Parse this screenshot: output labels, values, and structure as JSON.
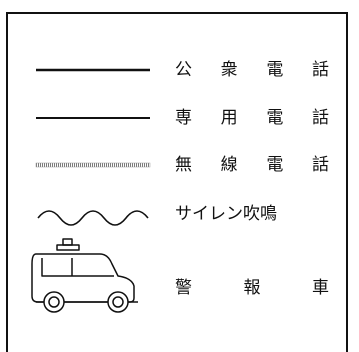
{
  "legend": {
    "items": [
      {
        "id": "public-phone",
        "chars": [
          "公",
          "衆",
          "電",
          "話"
        ],
        "line_style": "solid",
        "color": "#111111"
      },
      {
        "id": "private-phone",
        "chars": [
          "専",
          "用",
          "電",
          "話"
        ],
        "line_style": "solid",
        "color": "#111111"
      },
      {
        "id": "radio-phone",
        "chars": [
          "無",
          "線",
          "電",
          "話"
        ],
        "line_style": "hatched-gray",
        "color": "#8a8a8a"
      },
      {
        "id": "siren",
        "text": "サイレン吹鳴",
        "line_style": "wave",
        "color": "#111111"
      },
      {
        "id": "police-car",
        "chars": [
          "警",
          "報",
          "車"
        ],
        "icon": "police-car-icon",
        "color": "#111111"
      }
    ]
  }
}
